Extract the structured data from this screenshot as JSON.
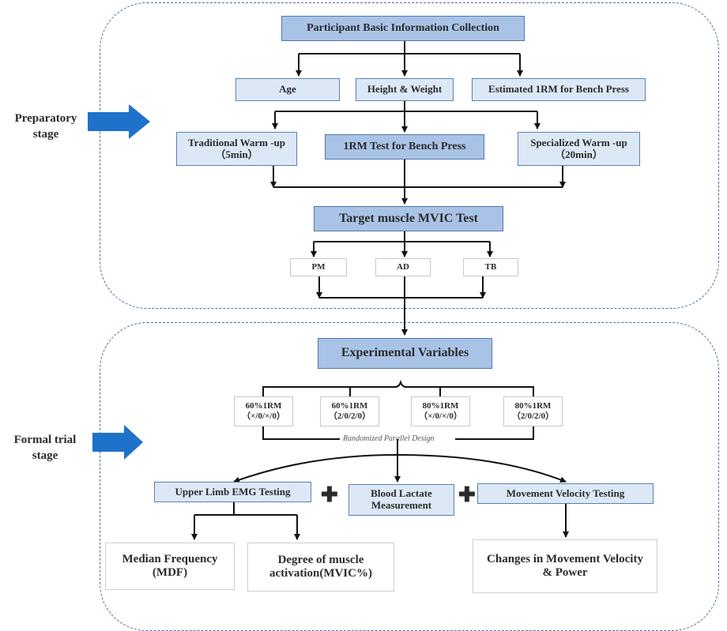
{
  "stages": {
    "preparatory": "Preparatory\nstage",
    "formal": "Formal trial\nstage"
  },
  "prep": {
    "collection": "Participant Basic Information Collection",
    "age": "Age",
    "height_weight": "Height & Weight",
    "estimated_1rm": "Estimated 1RM for Bench Press",
    "traditional_warmup": "Traditional Warm -up\n（5min）",
    "test_1rm": "1RM Test for Bench Press",
    "specialized_warmup": "Specialized Warm -up\n（20min）",
    "mvic_test": "Target muscle MVIC Test",
    "muscles": [
      "PM",
      "AD",
      "TB"
    ]
  },
  "formal": {
    "variables": "Experimental Variables",
    "conditions": [
      "60%1RM\n（×/0/×/0）",
      "60%1RM\n（2/0/2/0）",
      "80%1RM\n（×/0/×/0）",
      "80%1RM\n（2/0/2/0）"
    ],
    "design_note": "Randomized Parallel Design",
    "emg": "Upper Limb EMG Testing",
    "lactate": "Blood Lactate\nMeasurement",
    "velocity": "Movement Velocity Testing",
    "mdf": "Median Frequency\n(MDF)",
    "activation": "Degree of muscle\nactivation(MVIC%)",
    "velocity_power": "Changes in Movement Velocity\n& Power",
    "plus": "✚"
  },
  "colors": {
    "arrow": "#1f72c9",
    "dark_box": "#a9c3e6",
    "light_box": "#dce8f6",
    "border": "#4f77ad",
    "panel": "#4a6fa0"
  }
}
